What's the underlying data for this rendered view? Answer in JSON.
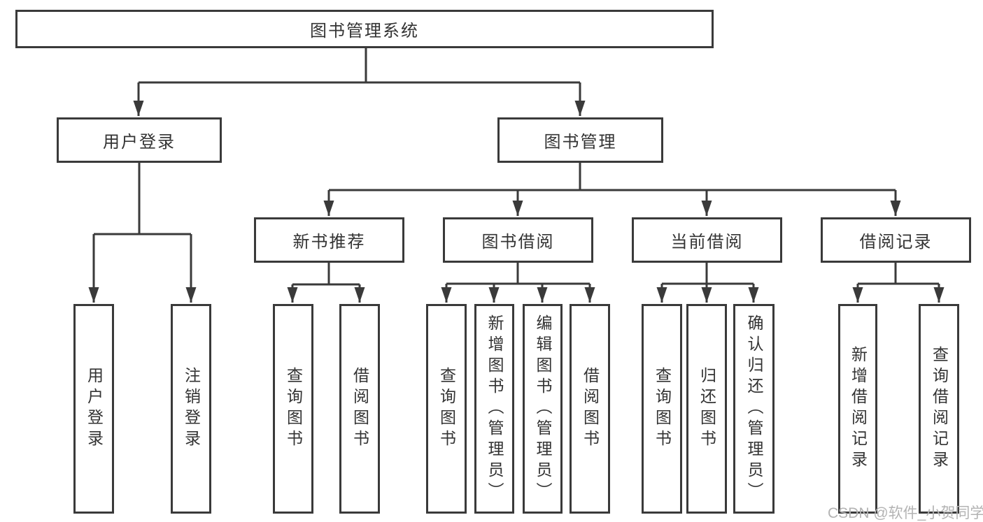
{
  "diagram": {
    "root": "图书管理系统",
    "branches": {
      "user": "用户登录",
      "book": "图书管理"
    },
    "modules": [
      "新书推荐",
      "图书借阅",
      "当前借阅",
      "借阅记录"
    ],
    "leaves": {
      "user": [
        "用户登录",
        "注销登录"
      ],
      "recommend": [
        "查询图书",
        "借阅图书"
      ],
      "borrow": [
        "查询图书",
        "新增图书（管理员）",
        "编辑图书（管理员）",
        "借阅图书"
      ],
      "current": [
        "查询图书",
        "归还图书",
        "确认归还（管理员）"
      ],
      "records": [
        "新增借阅记录",
        "查询借阅记录"
      ]
    }
  },
  "watermark": "CSDN @软件_小贺同学",
  "colors": {
    "line": "#3a3a3a",
    "text": "#333333",
    "watermark": "#b3b3b3",
    "background": "#ffffff"
  }
}
